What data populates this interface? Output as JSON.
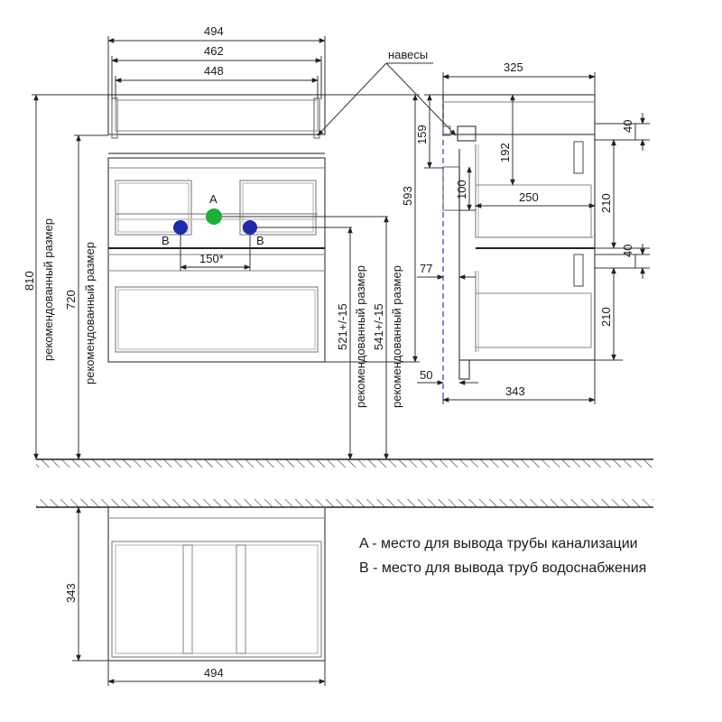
{
  "labels": {
    "width_494": "494",
    "width_462": "462",
    "width_448": "448",
    "hinges": "навесы",
    "depth_325": "325",
    "dim_159": "159",
    "dim_192": "192",
    "dim_40_top": "40",
    "dim_40_mid": "40",
    "dim_100": "100",
    "dim_250": "250",
    "dim_210_top": "210",
    "dim_210_bottom": "210",
    "dim_77": "77",
    "dim_50": "50",
    "depth_343": "343",
    "height_810": "810",
    "height_720": "720",
    "height_593": "593",
    "recommended_size": "рекомендованный размер",
    "dim_521": "521+/-15",
    "dim_541": "541+/-15",
    "point_a": "A",
    "point_b": "B",
    "spacing_150": "150*",
    "plan_depth_343": "343",
    "plan_width_494": "494"
  },
  "legend": {
    "a_text": "A - место для вывода трубы канализации",
    "b_text": "B - место для вывода труб водоснабжения"
  },
  "colors": {
    "line": "#333333",
    "thin": "#555555",
    "panel": "#8a8a8a",
    "point_a": "#1fae3a",
    "point_b": "#1f2aa8",
    "wall_dash": "#4a56b8"
  }
}
